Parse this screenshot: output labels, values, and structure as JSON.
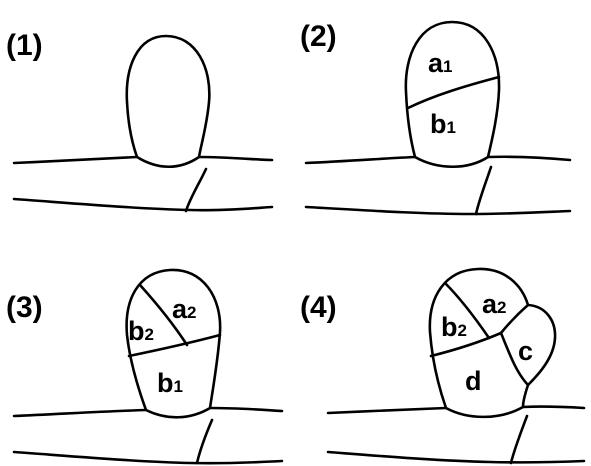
{
  "panels": [
    {
      "label": "(1)",
      "cells": []
    },
    {
      "label": "(2)",
      "cells": [
        {
          "letter": "a",
          "sub": "1"
        },
        {
          "letter": "b",
          "sub": "1"
        }
      ]
    },
    {
      "label": "(3)",
      "cells": [
        {
          "letter": "a",
          "sub": "2"
        },
        {
          "letter": "b",
          "sub": "2"
        },
        {
          "letter": "b",
          "sub": "1"
        }
      ]
    },
    {
      "label": "(4)",
      "cells": [
        {
          "letter": "a",
          "sub": "2"
        },
        {
          "letter": "b",
          "sub": "2"
        },
        {
          "letter": "c",
          "sub": ""
        },
        {
          "letter": "d",
          "sub": ""
        }
      ]
    }
  ]
}
